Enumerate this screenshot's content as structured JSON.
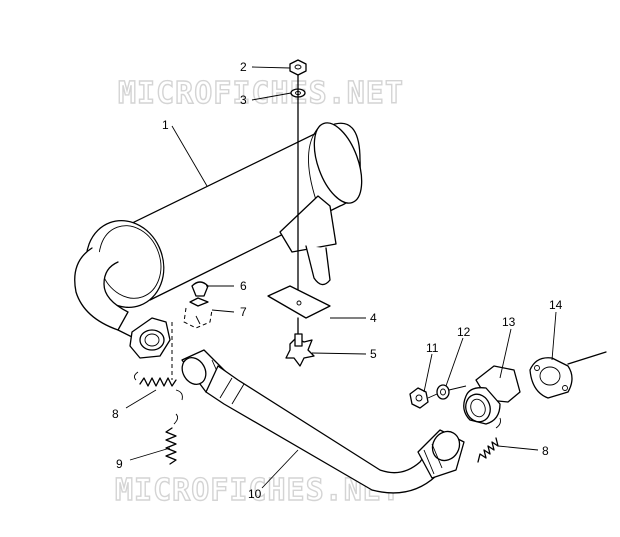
{
  "watermark": {
    "top": "MICROFICHES.NET",
    "bottom": "MICROFICHES.NET"
  },
  "callouts": {
    "c1": "1",
    "c2": "2",
    "c3": "3",
    "c4": "4",
    "c5": "5",
    "c6": "6",
    "c7": "7",
    "c8a": "8",
    "c8b": "8",
    "c9": "9",
    "c10": "10",
    "c11": "11",
    "c12": "12",
    "c13": "13",
    "c14": "14"
  }
}
